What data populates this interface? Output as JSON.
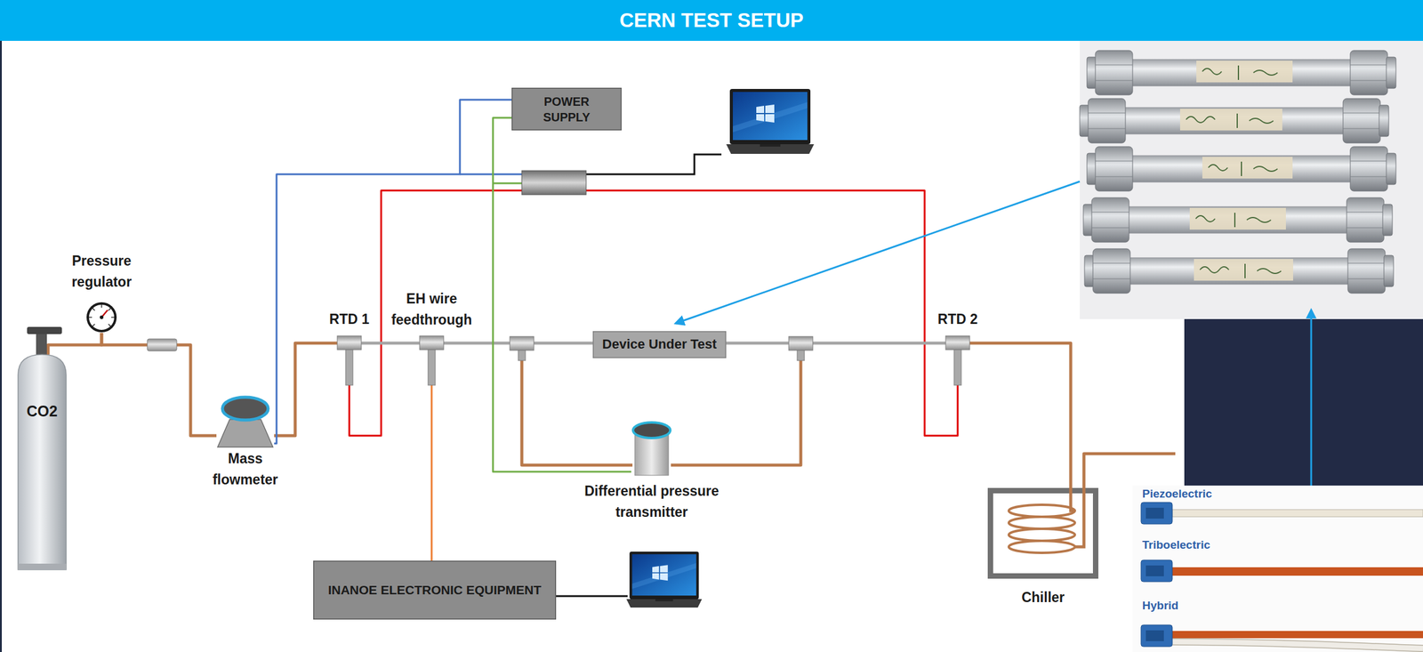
{
  "diagram": {
    "title": "CERN TEST SETUP",
    "nodes": [
      {
        "text": [
          "CO2"
        ]
      },
      {
        "text": [
          "Pressure regulator"
        ]
      },
      {
        "text": [
          "Mass flowmeter"
        ]
      },
      {
        "text": [
          "RTD 1"
        ]
      },
      {
        "text": [
          "EH wire feedthrough"
        ]
      },
      {
        "text": [
          "Device Under Test"
        ]
      },
      {
        "text": [
          "RTD 2"
        ]
      },
      {
        "text": [
          "Differential pressure transmitter"
        ]
      },
      {
        "text": [
          "Chiller"
        ]
      },
      {
        "text": [
          "POWER SUPPLY"
        ]
      },
      {
        "text": [
          "INANOE ELECTRONIC EQUIPMENT"
        ]
      }
    ],
    "edges": [
      {
        "from": 0,
        "to": 1,
        "arrow": "none"
      },
      {
        "from": 1,
        "to": 2,
        "arrow": "none"
      },
      {
        "from": 2,
        "to": 3,
        "arrow": "none"
      },
      {
        "from": 3,
        "to": 4,
        "arrow": "none"
      },
      {
        "from": 4,
        "to": 5,
        "arrow": "none"
      },
      {
        "from": 5,
        "to": 6,
        "arrow": "none"
      },
      {
        "from": 6,
        "to": 8,
        "arrow": "none"
      },
      {
        "from": 9,
        "to": 2,
        "arrow": "none"
      },
      {
        "from": 9,
        "to": 7,
        "arrow": "none"
      },
      {
        "from": 4,
        "to": 10,
        "arrow": "none"
      }
    ],
    "labels": [
      "Piezoelectric",
      "Triboelectric",
      "Hybrid"
    ]
  }
}
